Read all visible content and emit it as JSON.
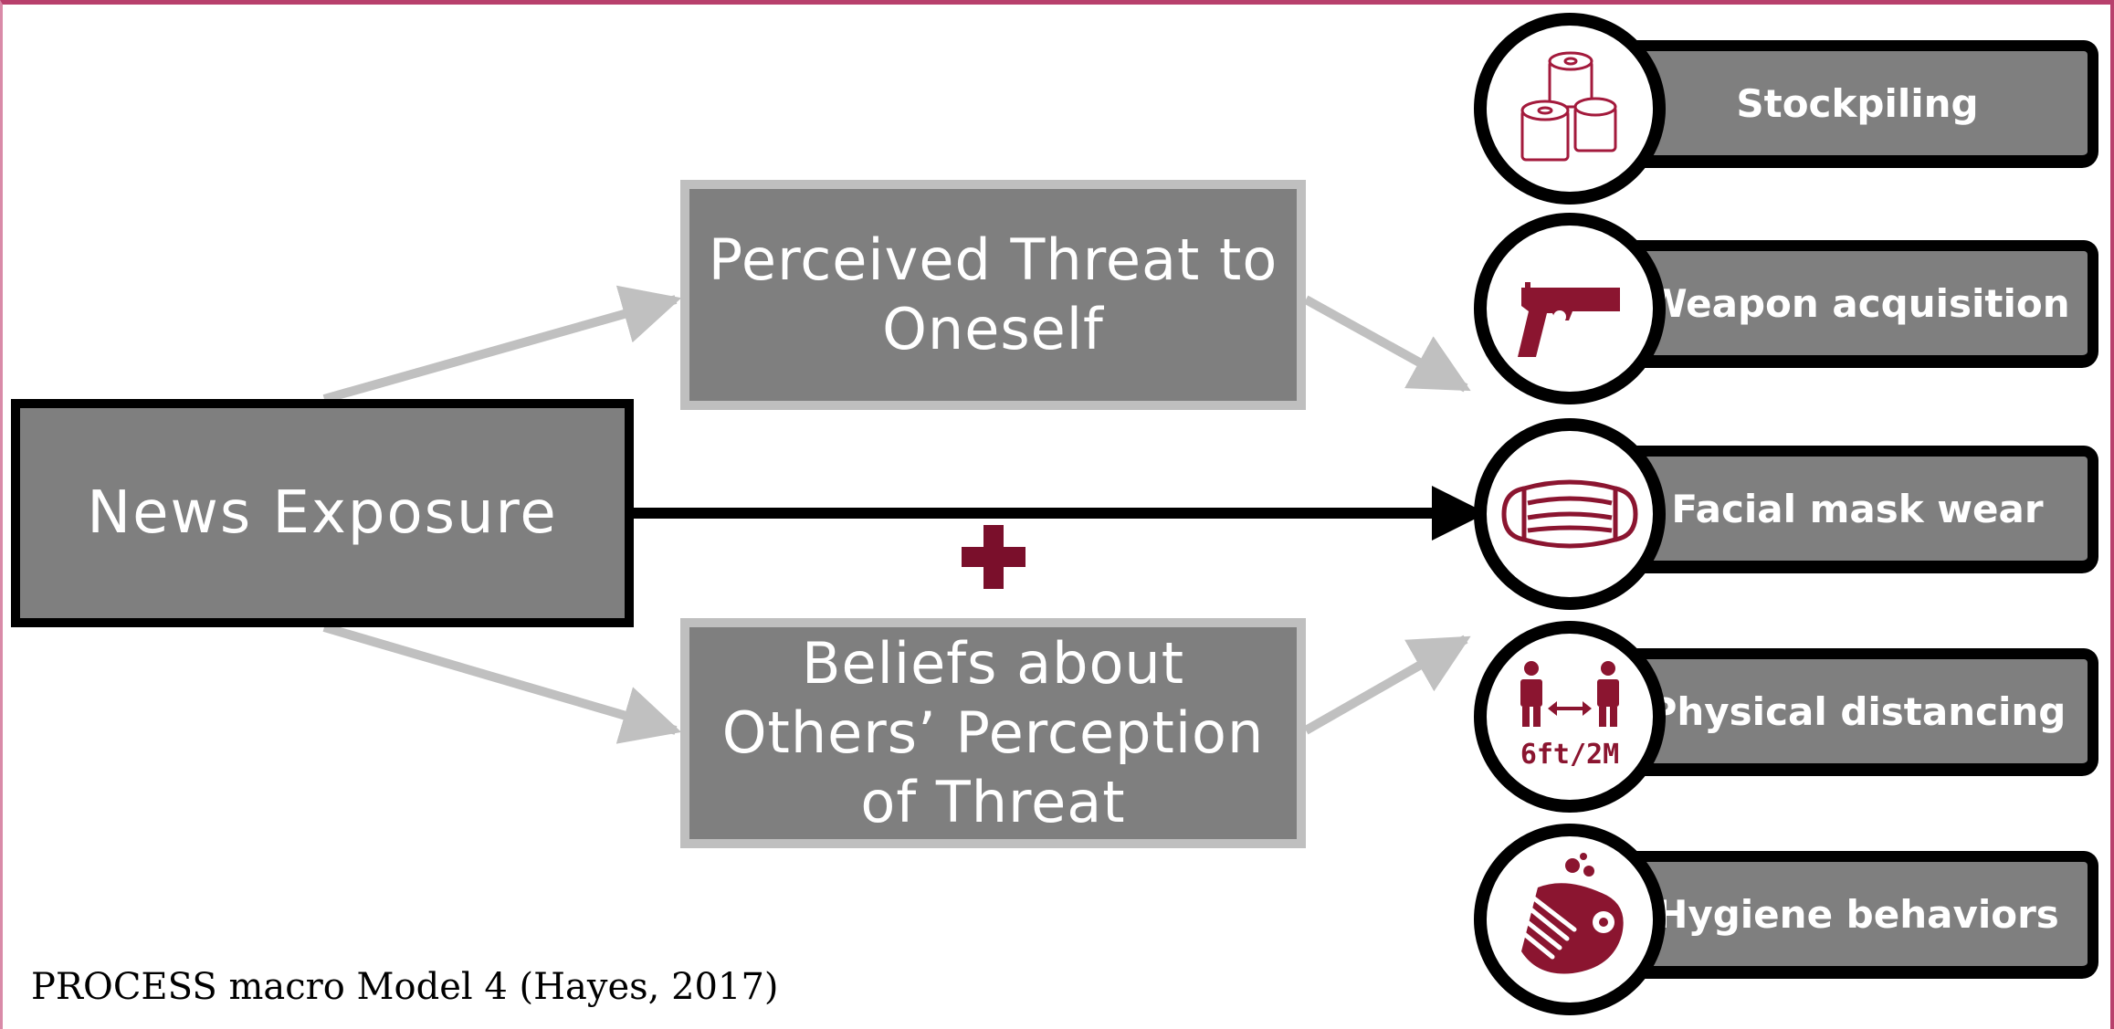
{
  "source": {
    "label": "News Exposure"
  },
  "mediators": [
    {
      "lines": [
        "Perceived Threat to",
        "Oneself"
      ]
    },
    {
      "lines": [
        "Beliefs about",
        "Others’ Perception",
        "of Threat"
      ]
    }
  ],
  "outcomes": [
    {
      "label": "Stockpiling",
      "icon": "toilet-paper-icon"
    },
    {
      "label": "Weapon acquisition",
      "icon": "pistol-icon"
    },
    {
      "label": "Facial mask wear",
      "icon": "face-mask-icon"
    },
    {
      "label": "Physical distancing",
      "icon": "distancing-icon",
      "icon_text": "6ft/2M"
    },
    {
      "label": "Hygiene behaviors",
      "icon": "hand-washing-icon"
    }
  ],
  "footnote": "PROCESS macro Model 4 (Hayes, 2017)",
  "colors": {
    "box": "#7f7f7f",
    "accent": "#7a0f2b",
    "arrow_grey": "#c0c0c0",
    "arrow_main": "#000000",
    "border": "#b8406c"
  }
}
